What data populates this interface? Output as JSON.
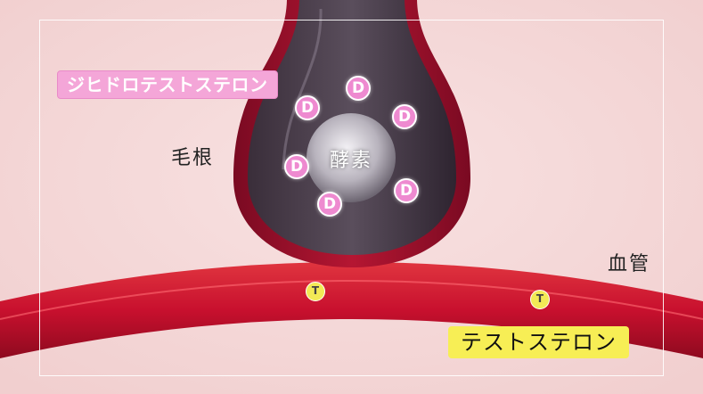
{
  "labels": {
    "dht": "ジヒドロテストステロン",
    "hair_root": "毛根",
    "enzyme": "酵素",
    "blood_vessel": "血管",
    "testosterone": "テストステロン"
  },
  "molecules": {
    "d_symbol": "D",
    "t_symbol": "T"
  },
  "colors": {
    "background": "#f6dcdc",
    "vessel": "#c8102e",
    "dht_pink": "#ee8ad0",
    "testosterone_yellow": "#f2e956"
  }
}
